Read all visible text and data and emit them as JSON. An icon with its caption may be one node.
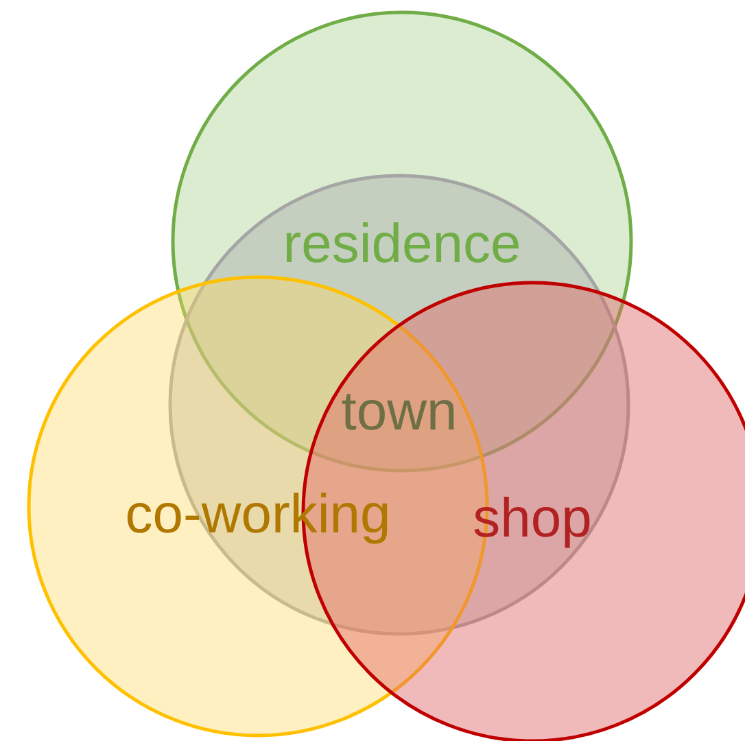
{
  "diagram": {
    "nodes": [
      {
        "text": [
          "residence"
        ]
      },
      {
        "text": [
          "town"
        ]
      },
      {
        "text": [
          "co-working"
        ]
      },
      {
        "text": [
          "shop"
        ]
      }
    ],
    "edges": []
  }
}
